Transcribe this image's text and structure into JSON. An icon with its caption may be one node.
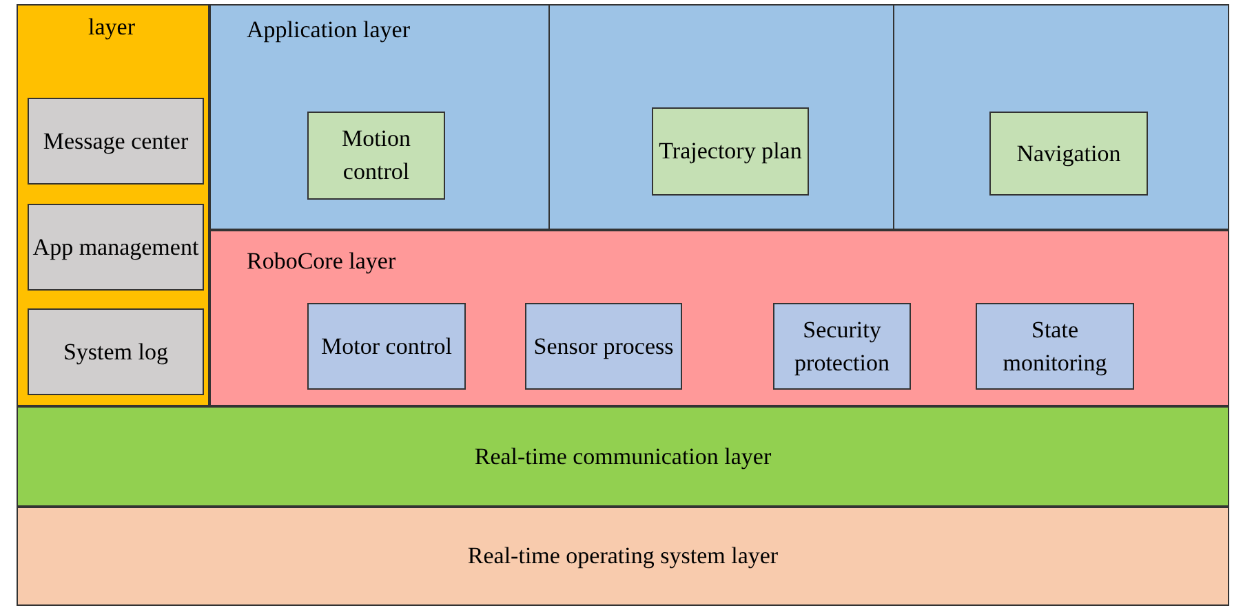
{
  "diagram": {
    "nodes": [
      {
        "text": [
          "layer"
        ]
      },
      {
        "text": [
          "Message center"
        ],
        "in": 0
      },
      {
        "text": [
          "App management"
        ],
        "in": 0
      },
      {
        "text": [
          "System log"
        ],
        "in": 0
      },
      {
        "text": [
          "Application layer"
        ]
      },
      {
        "text": [
          "Motion control"
        ],
        "in": 4
      },
      {
        "text": [
          "Trajectory plan"
        ],
        "in": 4
      },
      {
        "text": [
          "Navigation"
        ],
        "in": 4
      },
      {
        "text": [
          "RoboCore layer"
        ]
      },
      {
        "text": [
          "Motor control"
        ],
        "in": 8
      },
      {
        "text": [
          "Sensor process"
        ],
        "in": 8
      },
      {
        "text": [
          "Security protection"
        ],
        "in": 8
      },
      {
        "text": [
          "State monitoring"
        ],
        "in": 8
      },
      {
        "text": [
          "Real-time communication layer"
        ]
      },
      {
        "text": [
          "Real-time operating system layer"
        ]
      }
    ],
    "edges": []
  }
}
